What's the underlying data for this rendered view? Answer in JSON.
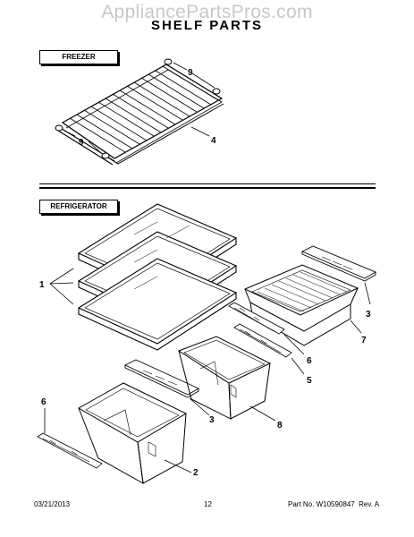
{
  "watermark": "AppliancePartsPros.com",
  "title": "SHELF PARTS",
  "sections": {
    "freezer_label": "FREEZER",
    "refrigerator_label": "REFRIGERATOR"
  },
  "callouts": {
    "freezer_end_cap_top": "9",
    "freezer_end_cap_bottom": "9",
    "freezer_wire_shelf": "4",
    "glass_shelves": "1",
    "crisper_cover_right": "3",
    "deli_drawer": "7",
    "slide_rail_upper": "6",
    "slide_rail_mid": "5",
    "crisper_cover_left": "3",
    "crisper_right": "8",
    "slide_rail_left": "6",
    "crisper_left": "2"
  },
  "footer": {
    "date": "03/21/2013",
    "page": "12",
    "part_no": "Part No. W10590847  Rev. A"
  }
}
